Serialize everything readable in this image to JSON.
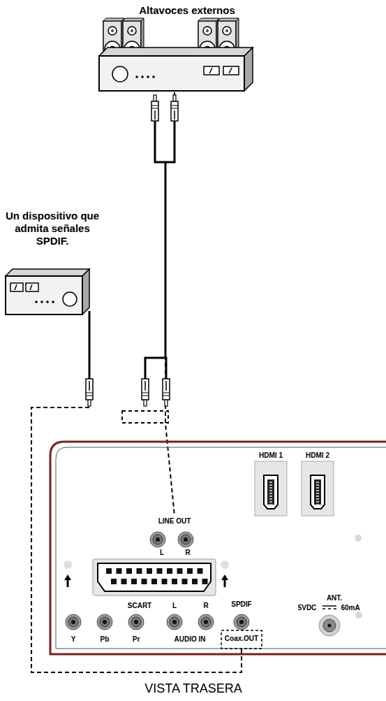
{
  "diagram": {
    "caption": "VISTA TRASERA",
    "nodes": [
      {
        "text": [
          "Altavoces externos"
        ]
      },
      {
        "text": [
          "Un dispositivo que admita señales SPDIF."
        ]
      },
      {
        "text": [
          "LINE OUT",
          "L",
          "R"
        ]
      },
      {
        "text": [
          "SPDIF",
          "Coax.OUT"
        ]
      }
    ],
    "edges": [
      {
        "from": 0,
        "to": 2,
        "arrow": "none"
      },
      {
        "from": 1,
        "to": 3,
        "arrow": "none"
      }
    ],
    "labels": [
      "HDMI 1",
      "HDMI 2",
      "SCART",
      "Y",
      "Pb",
      "Pr",
      "L",
      "R",
      "AUDIO IN",
      "ANT.",
      "5VDC",
      "60mA"
    ]
  }
}
